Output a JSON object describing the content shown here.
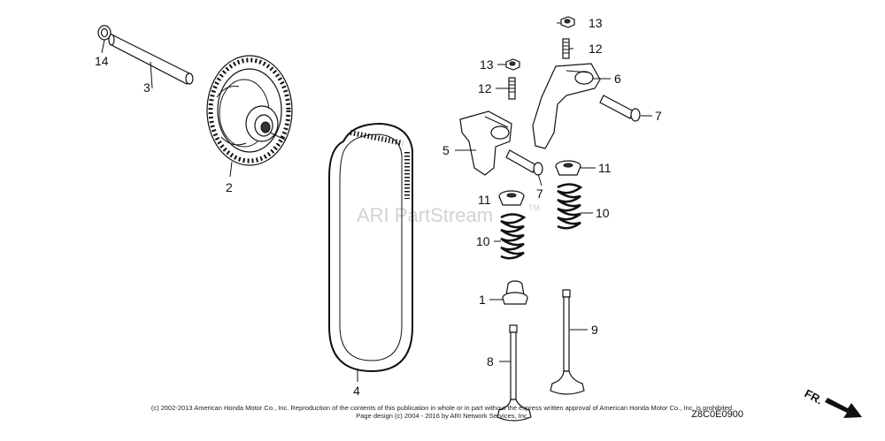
{
  "diagram": {
    "watermark": "ARI PartStream",
    "watermark_tm": "TM",
    "diagram_code": "Z8C0E0900",
    "orientation_label": "FR.",
    "copyright_line1": "(c) 2002-2013 American Honda Motor Co., Inc. Reproduction of the contents of this publication in whole or in part without the express written approval of American Honda Motor Co., Inc. is prohibited.",
    "copyright_line2": "Page design (c) 2004 - 2016 by ARI Network Services, Inc.",
    "callouts": [
      {
        "id": "c14",
        "label": "14"
      },
      {
        "id": "c3",
        "label": "3"
      },
      {
        "id": "c2",
        "label": "2"
      },
      {
        "id": "c4",
        "label": "4"
      },
      {
        "id": "c13a",
        "label": "13"
      },
      {
        "id": "c12a",
        "label": "12"
      },
      {
        "id": "c13b",
        "label": "13"
      },
      {
        "id": "c12b",
        "label": "12"
      },
      {
        "id": "c6",
        "label": "6"
      },
      {
        "id": "c7a",
        "label": "7"
      },
      {
        "id": "c5",
        "label": "5"
      },
      {
        "id": "c7b",
        "label": "7"
      },
      {
        "id": "c11a",
        "label": "11"
      },
      {
        "id": "c11b",
        "label": "11"
      },
      {
        "id": "c10a",
        "label": "10"
      },
      {
        "id": "c10b",
        "label": "10"
      },
      {
        "id": "c1",
        "label": "1"
      },
      {
        "id": "c9",
        "label": "9"
      },
      {
        "id": "c8",
        "label": "8"
      }
    ]
  }
}
